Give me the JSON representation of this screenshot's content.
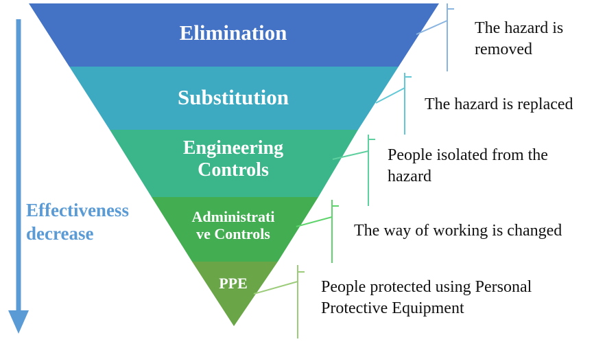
{
  "tiers": [
    {
      "label_lines": [
        "Elimination"
      ],
      "description": [
        "The hazard is",
        "removed"
      ],
      "color": "#4472c4"
    },
    {
      "label_lines": [
        "Substitution"
      ],
      "description": [
        "The hazard is replaced"
      ],
      "color": "#3daac1"
    },
    {
      "label_lines": [
        "Engineering",
        "Controls"
      ],
      "description": [
        "People isolated from the",
        "hazard"
      ],
      "color": "#3bb58a"
    },
    {
      "label_lines": [
        "Administrati",
        "ve Controls"
      ],
      "description": [
        "The way of working is changed"
      ],
      "color": "#43ad51"
    },
    {
      "label_lines": [
        "PPE"
      ],
      "description": [
        "People protected using Personal",
        "Protective Equipment"
      ],
      "color": "#6aa648"
    }
  ],
  "effectiveness": {
    "line1": "Effectiveness",
    "line2": "decrease",
    "color": "#5b9bd5"
  }
}
